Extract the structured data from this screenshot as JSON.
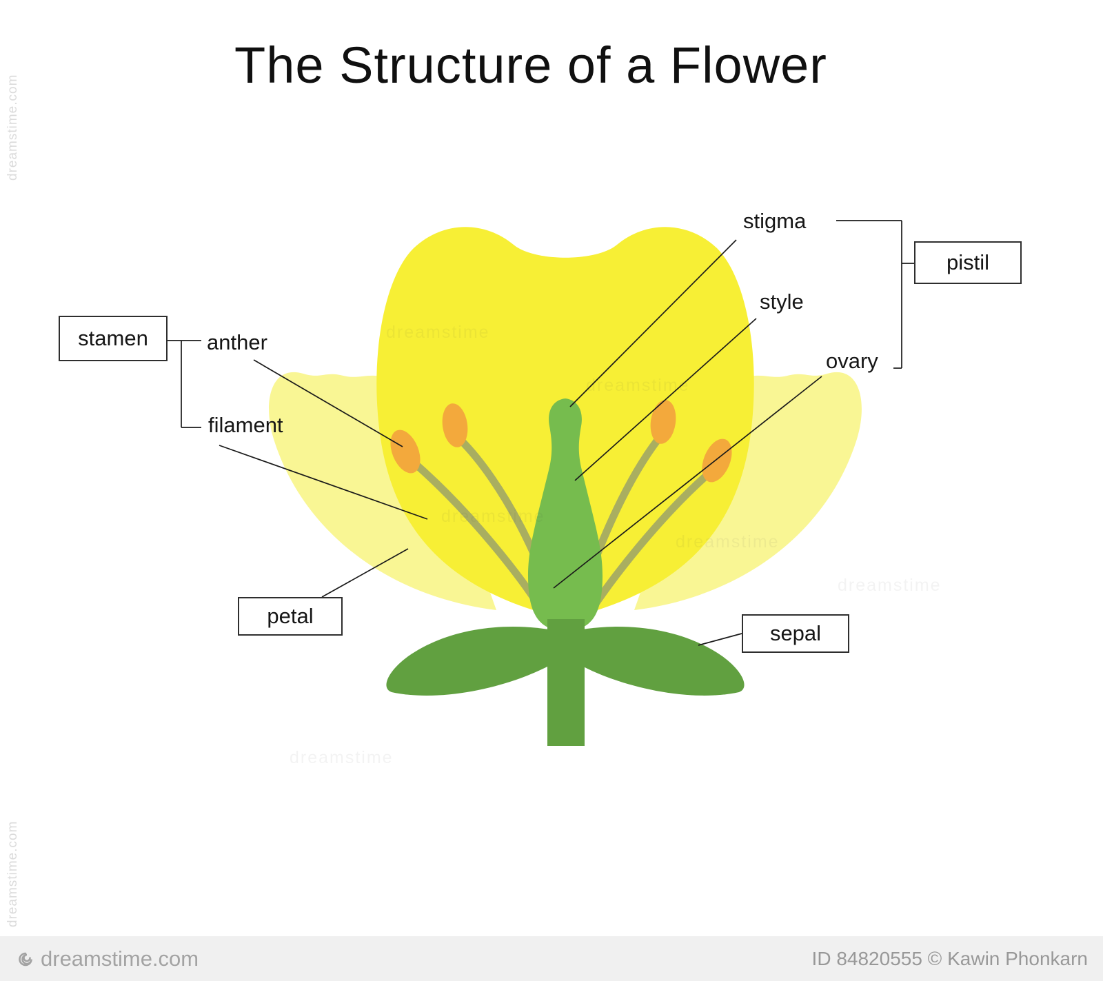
{
  "title": "The Structure of a Flower",
  "labels": {
    "stamen": "stamen",
    "anther": "anther",
    "filament": "filament",
    "petal": "petal",
    "stigma": "stigma",
    "style": "style",
    "ovary": "ovary",
    "pistil": "pistil",
    "sepal": "sepal"
  },
  "colors": {
    "petal_bright": "#f7ef35",
    "petal_pale": "#f9f694",
    "pistil_green": "#76bc4e",
    "filament_olive": "#a9ae60",
    "anther_orange": "#f3a93c",
    "sepal_stem_green": "#61a040",
    "leader_line": "#1a1a1a",
    "footer_bg": "#f0f0f0"
  },
  "watermark": {
    "short": "dreamstime",
    "full": "dreamstime.com"
  },
  "footer": {
    "brand": "dreamstime.com",
    "credit": "ID 84820555 © Kawin Phonkarn"
  }
}
